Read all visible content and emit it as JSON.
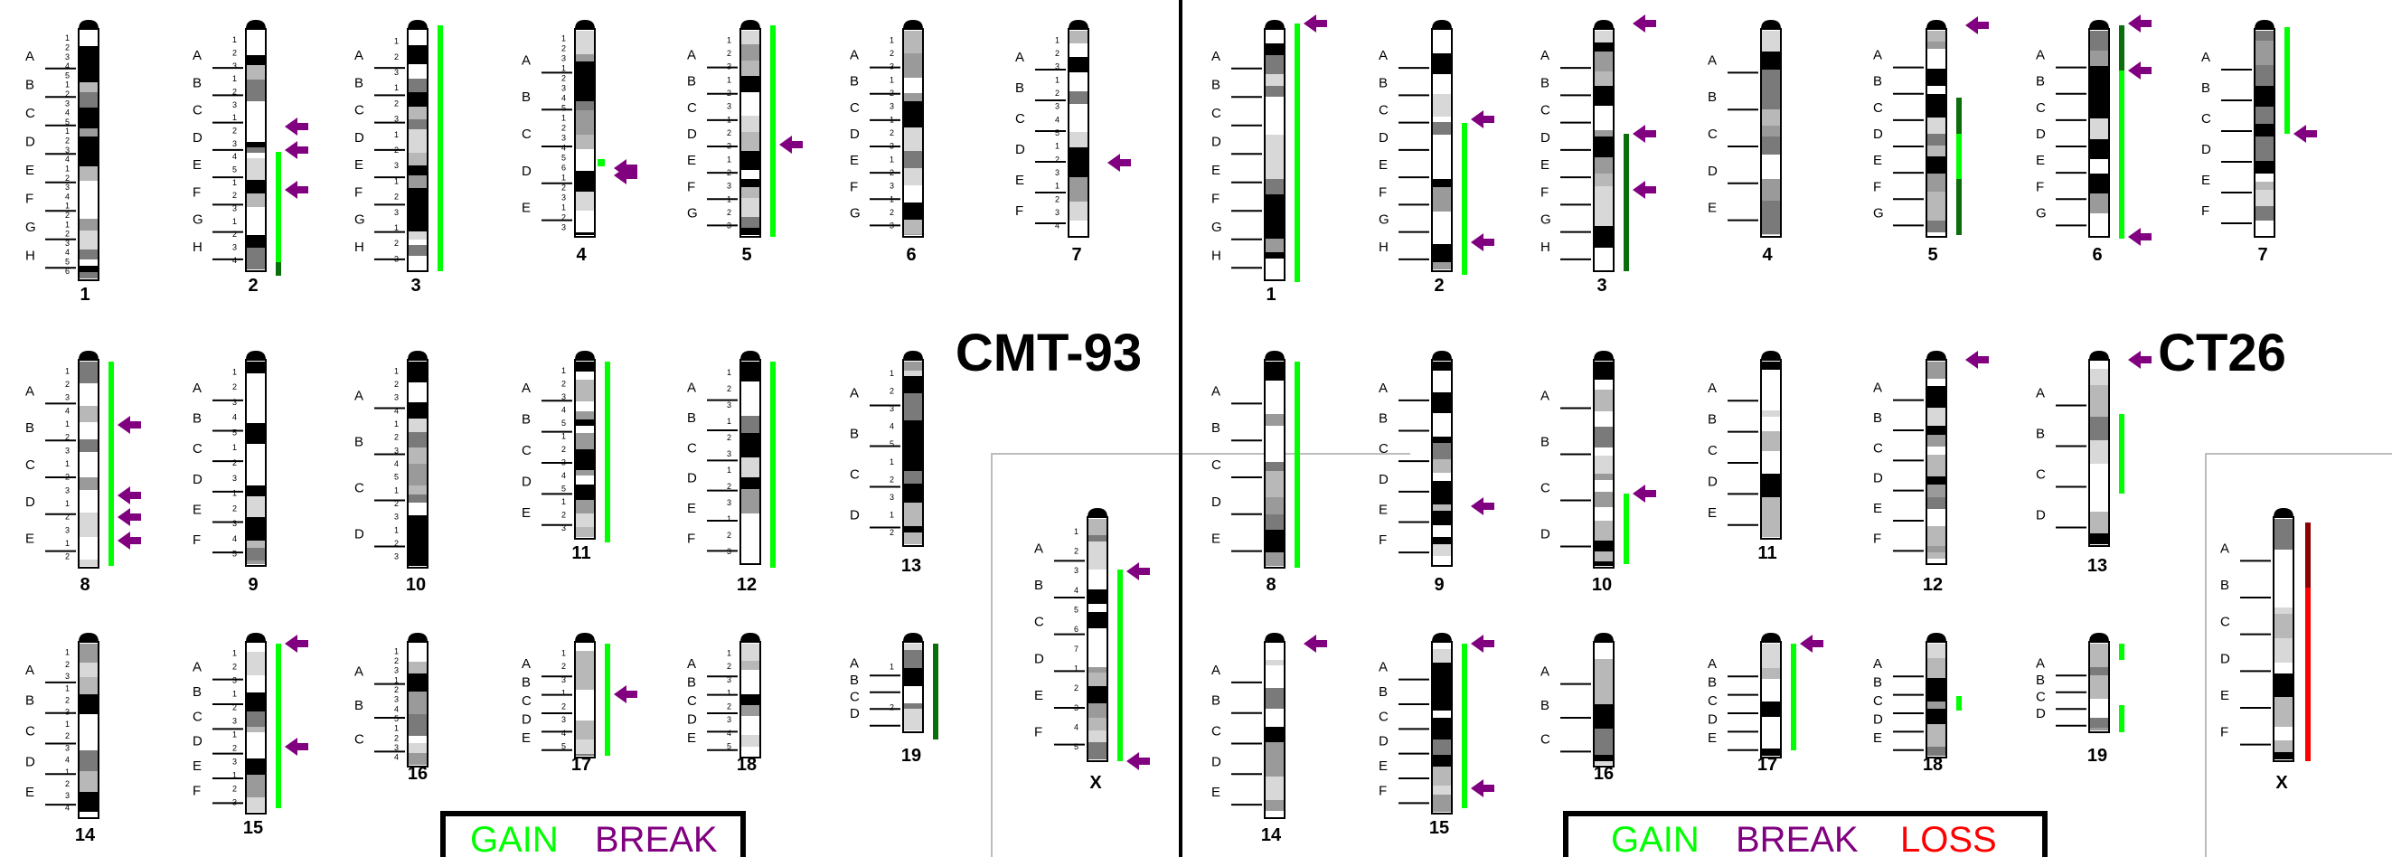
{
  "colors": {
    "gain": "#00ff00",
    "gain_dark": "#0a6e0a",
    "break": "#800080",
    "loss": "#ff0000",
    "loss_dark": "#8b0000"
  },
  "panels": [
    {
      "id": "cmt93",
      "title": "CMT-93",
      "legend": [
        "GAIN",
        "BREAK"
      ],
      "chromosomes": [
        {
          "n": "1",
          "bands": [
            "A",
            "B",
            "C",
            "D",
            "E",
            "F",
            "G",
            "H"
          ],
          "subbands": [
            "1",
            "2",
            "3",
            "4",
            "5",
            "1",
            "2",
            "3",
            "4",
            "5",
            "1",
            "2",
            "3",
            "4",
            "1",
            "2",
            "3",
            "4",
            "1",
            "2",
            "1",
            "2",
            "3",
            "4",
            "5",
            "6"
          ]
        },
        {
          "n": "2",
          "bands": [
            "A",
            "B",
            "C",
            "D",
            "E",
            "F",
            "G",
            "H"
          ],
          "subbands": [
            "1",
            "2",
            "3",
            "1",
            "2",
            "3",
            "1",
            "2",
            "3",
            "4",
            "5",
            "1",
            "2",
            "3",
            "1",
            "2",
            "3",
            "4"
          ]
        },
        {
          "n": "3",
          "bands": [
            "A",
            "B",
            "C",
            "D",
            "E",
            "F",
            "G",
            "H"
          ],
          "subbands": [
            "1",
            "2",
            "3",
            "1",
            "2",
            "3",
            "1",
            "2",
            "3",
            "1",
            "2",
            "3",
            "1",
            "2",
            "3"
          ]
        },
        {
          "n": "4",
          "bands": [
            "A",
            "B",
            "C",
            "D",
            "E"
          ],
          "subbands": [
            "1",
            "2",
            "3",
            "1",
            "2",
            "3",
            "4",
            "5",
            "1",
            "2",
            "3",
            "4",
            "5",
            "6",
            "1",
            "2",
            "3",
            "1",
            "2",
            "3"
          ]
        },
        {
          "n": "5",
          "bands": [
            "A",
            "B",
            "C",
            "D",
            "E",
            "F",
            "G"
          ],
          "subbands": [
            "1",
            "2",
            "3",
            "1",
            "2",
            "3",
            "1",
            "2",
            "3",
            "1",
            "2",
            "3",
            "1",
            "2",
            "3"
          ]
        },
        {
          "n": "6",
          "bands": [
            "A",
            "B",
            "C",
            "D",
            "E",
            "F",
            "G"
          ],
          "subbands": [
            "1",
            "2",
            "3",
            "1",
            "2",
            "3",
            "1",
            "2",
            "3",
            "1",
            "2",
            "3",
            "1",
            "2",
            "3"
          ]
        },
        {
          "n": "7",
          "bands": [
            "A",
            "B",
            "C",
            "D",
            "E",
            "F"
          ],
          "subbands": [
            "1",
            "2",
            "3",
            "1",
            "2",
            "3",
            "4",
            "5",
            "1",
            "2",
            "3",
            "1",
            "2",
            "3",
            "4"
          ]
        },
        {
          "n": "8",
          "bands": [
            "A",
            "B",
            "C",
            "D",
            "E"
          ],
          "subbands": [
            "1",
            "2",
            "3",
            "4",
            "1",
            "2",
            "3",
            "1",
            "2",
            "3",
            "1",
            "2",
            "3",
            "1",
            "2"
          ]
        },
        {
          "n": "9",
          "bands": [
            "A",
            "B",
            "C",
            "D",
            "E",
            "F"
          ],
          "subbands": [
            "1",
            "2",
            "3",
            "4",
            "5",
            "1",
            "2",
            "3",
            "1",
            "2",
            "3",
            "4",
            "5"
          ]
        },
        {
          "n": "10",
          "bands": [
            "A",
            "B",
            "C",
            "D"
          ],
          "subbands": [
            "1",
            "2",
            "3",
            "4",
            "1",
            "2",
            "3",
            "4",
            "5",
            "1",
            "2",
            "3",
            "1",
            "2",
            "3"
          ]
        },
        {
          "n": "11",
          "bands": [
            "A",
            "B",
            "C",
            "D",
            "E"
          ],
          "subbands": [
            "1",
            "2",
            "3",
            "4",
            "5",
            "1",
            "2",
            "3",
            "4",
            "5",
            "1",
            "2",
            "3"
          ]
        },
        {
          "n": "12",
          "bands": [
            "A",
            "B",
            "C",
            "D",
            "E",
            "F"
          ],
          "subbands": [
            "1",
            "2",
            "3",
            "1",
            "2",
            "3",
            "1",
            "2",
            "3",
            "1",
            "2",
            "3"
          ]
        },
        {
          "n": "13",
          "bands": [
            "A",
            "B",
            "C",
            "D"
          ],
          "subbands": [
            "1",
            "2",
            "3",
            "4",
            "5",
            "1",
            "2",
            "3",
            "1",
            "2"
          ]
        },
        {
          "n": "14",
          "bands": [
            "A",
            "B",
            "C",
            "D",
            "E"
          ],
          "subbands": [
            "1",
            "2",
            "3",
            "1",
            "2",
            "3",
            "1",
            "2",
            "3",
            "4",
            "1",
            "2",
            "3",
            "4"
          ]
        },
        {
          "n": "15",
          "bands": [
            "A",
            "B",
            "C",
            "D",
            "E",
            "F"
          ],
          "subbands": [
            "1",
            "2",
            "3",
            "1",
            "2",
            "3",
            "1",
            "2",
            "3",
            "1",
            "2",
            "3"
          ]
        },
        {
          "n": "16",
          "bands": [
            "A",
            "B",
            "C"
          ],
          "subbands": [
            "1",
            "2",
            "3",
            "1",
            "2",
            "3",
            "4",
            "5",
            "1",
            "2",
            "3",
            "4"
          ]
        },
        {
          "n": "17",
          "bands": [
            "A",
            "B",
            "C",
            "D",
            "E"
          ],
          "subbands": [
            "1",
            "2",
            "3",
            "1",
            "2",
            "3",
            "4",
            "5"
          ]
        },
        {
          "n": "18",
          "bands": [
            "A",
            "B",
            "C",
            "D",
            "E"
          ],
          "subbands": [
            "1",
            "2",
            "3",
            "1",
            "2",
            "3",
            "4",
            "5"
          ]
        },
        {
          "n": "19",
          "bands": [
            "A",
            "B",
            "C",
            "D"
          ],
          "subbands": [
            "1",
            "2"
          ]
        },
        {
          "n": "X",
          "bands": [
            "A",
            "B",
            "C",
            "D",
            "E",
            "F"
          ],
          "subbands": [
            "1",
            "2",
            "3",
            "4",
            "5",
            "6",
            "7",
            "1",
            "2",
            "3",
            "4",
            "5"
          ]
        }
      ]
    },
    {
      "id": "ct26",
      "title": "CT26",
      "legend": [
        "GAIN",
        "BREAK",
        "LOSS"
      ],
      "chromosomes": [
        {
          "n": "1",
          "bands": [
            "A",
            "B",
            "C",
            "D",
            "E",
            "F",
            "G",
            "H"
          ]
        },
        {
          "n": "2",
          "bands": [
            "A",
            "B",
            "C",
            "D",
            "E",
            "F",
            "G",
            "H"
          ]
        },
        {
          "n": "3",
          "bands": [
            "A",
            "B",
            "C",
            "D",
            "E",
            "F",
            "G",
            "H"
          ]
        },
        {
          "n": "4",
          "bands": [
            "A",
            "B",
            "C",
            "D",
            "E"
          ]
        },
        {
          "n": "5",
          "bands": [
            "A",
            "B",
            "C",
            "D",
            "E",
            "F",
            "G"
          ]
        },
        {
          "n": "6",
          "bands": [
            "A",
            "B",
            "C",
            "D",
            "E",
            "F",
            "G"
          ]
        },
        {
          "n": "7",
          "bands": [
            "A",
            "B",
            "C",
            "D",
            "E",
            "F"
          ]
        },
        {
          "n": "8",
          "bands": [
            "A",
            "B",
            "C",
            "D",
            "E"
          ]
        },
        {
          "n": "9",
          "bands": [
            "A",
            "B",
            "C",
            "D",
            "E",
            "F"
          ]
        },
        {
          "n": "10",
          "bands": [
            "A",
            "B",
            "C",
            "D"
          ]
        },
        {
          "n": "11",
          "bands": [
            "A",
            "B",
            "C",
            "D",
            "E"
          ]
        },
        {
          "n": "12",
          "bands": [
            "A",
            "B",
            "C",
            "D",
            "E",
            "F"
          ]
        },
        {
          "n": "13",
          "bands": [
            "A",
            "B",
            "C",
            "D"
          ]
        },
        {
          "n": "14",
          "bands": [
            "A",
            "B",
            "C",
            "D",
            "E"
          ]
        },
        {
          "n": "15",
          "bands": [
            "A",
            "B",
            "C",
            "D",
            "E",
            "F"
          ]
        },
        {
          "n": "16",
          "bands": [
            "A",
            "B",
            "C"
          ]
        },
        {
          "n": "17",
          "bands": [
            "A",
            "B",
            "C",
            "D",
            "E"
          ]
        },
        {
          "n": "18",
          "bands": [
            "A",
            "B",
            "C",
            "D",
            "E"
          ]
        },
        {
          "n": "19",
          "bands": [
            "A",
            "B",
            "C",
            "D"
          ]
        },
        {
          "n": "X",
          "bands": [
            "A",
            "B",
            "C",
            "D",
            "E",
            "F"
          ]
        }
      ]
    }
  ]
}
